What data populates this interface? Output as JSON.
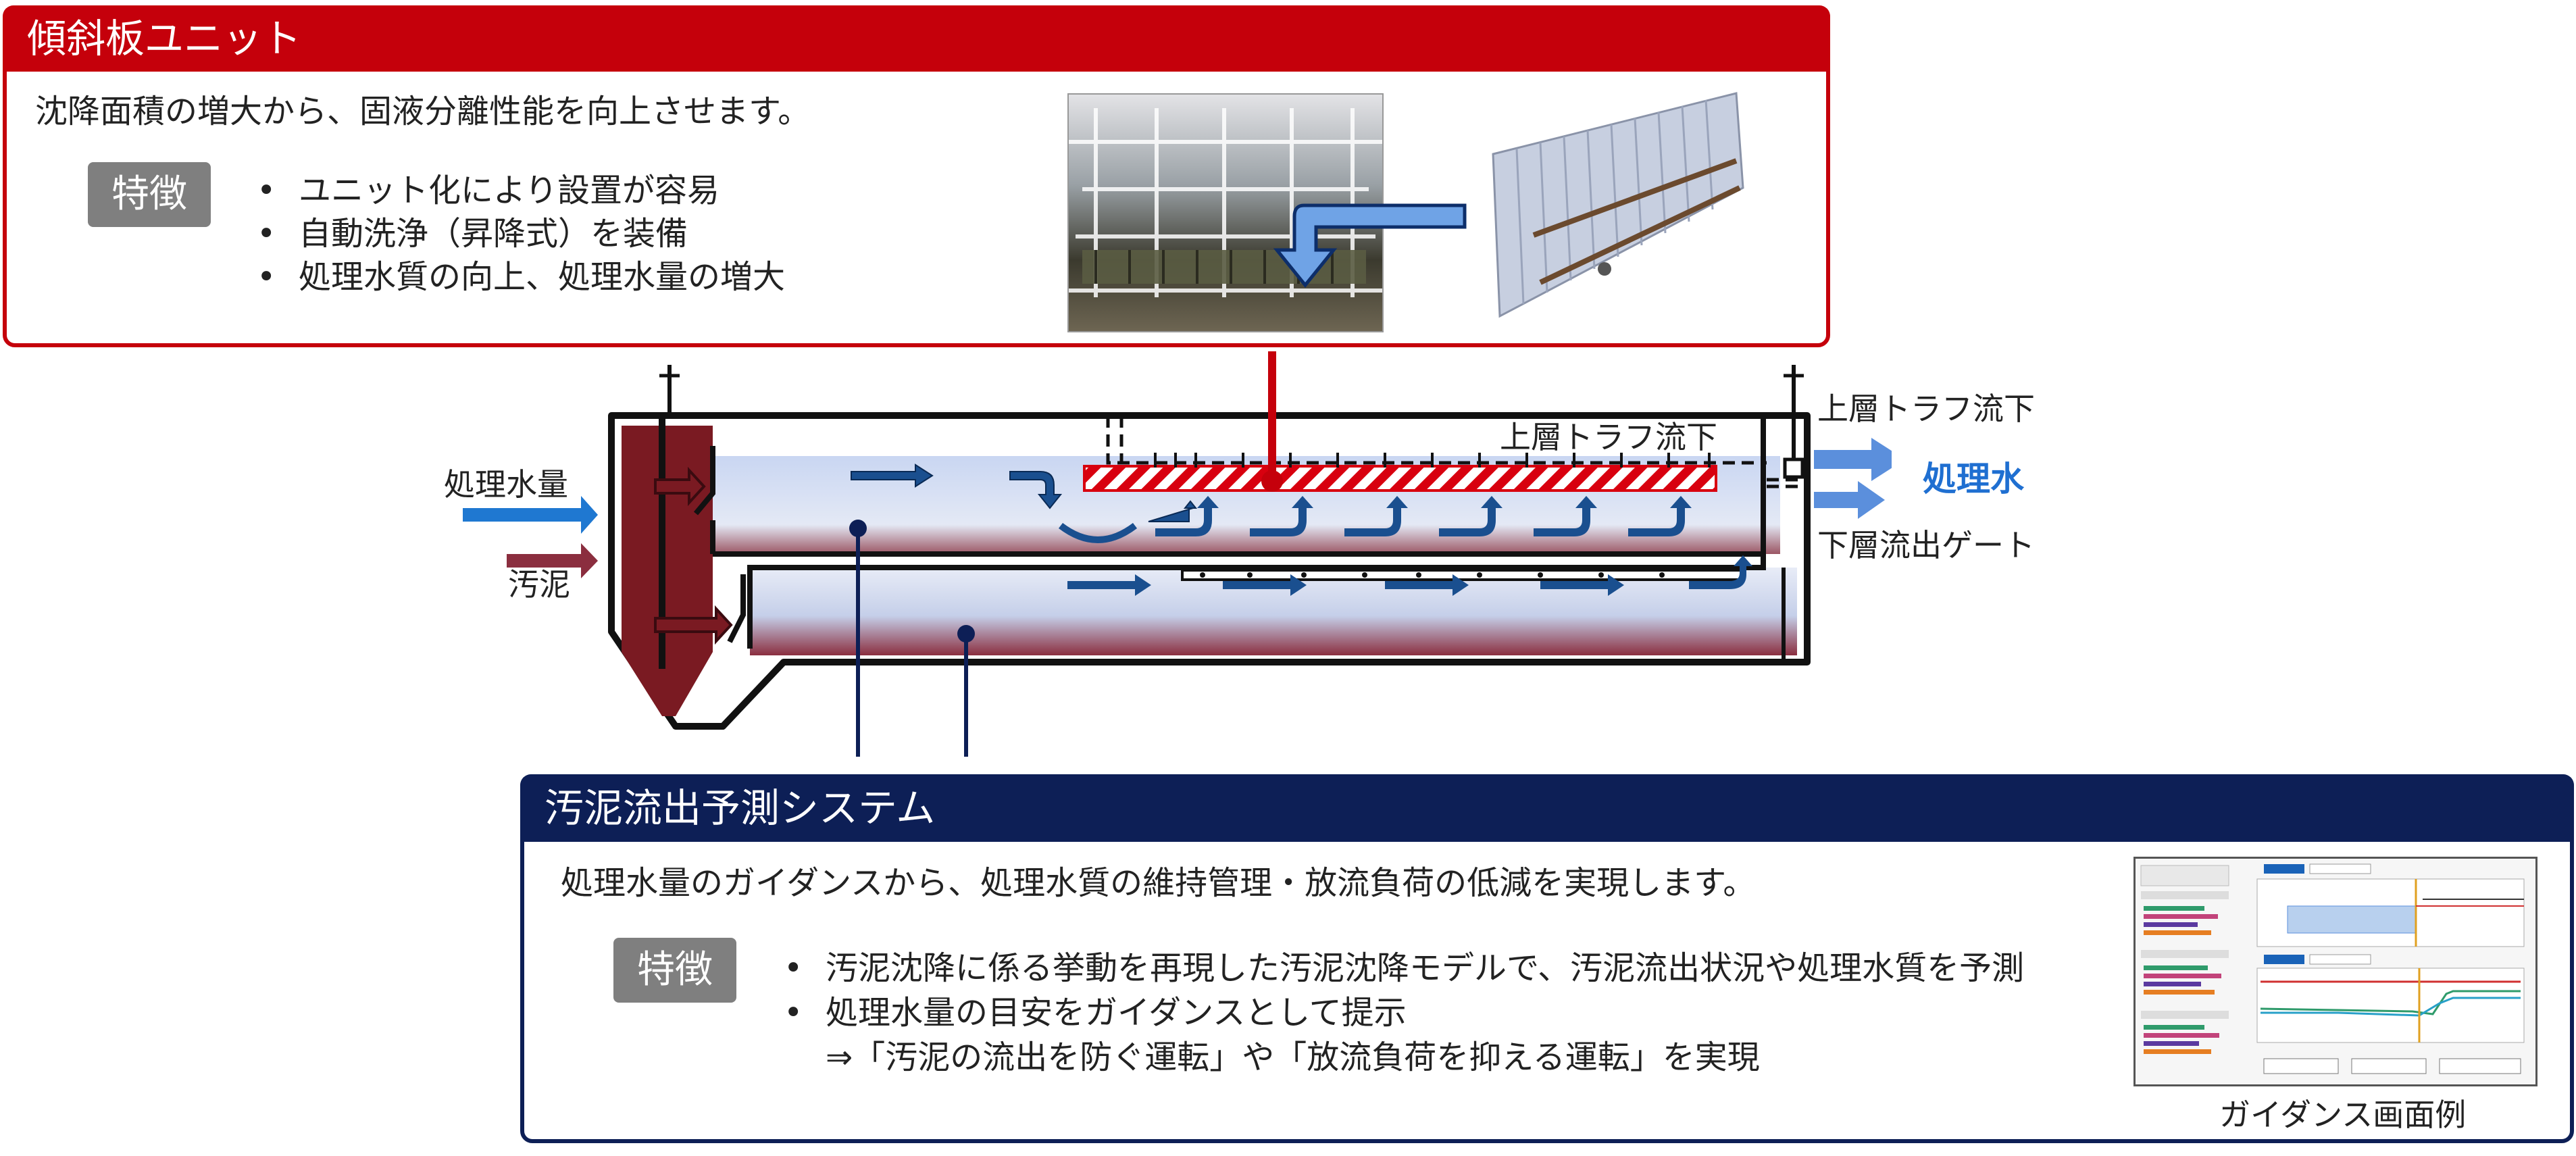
{
  "inclined_plate": {
    "title": "傾斜板ユニット",
    "description": "沈降面積の増大から、固液分離性能を向上させます。",
    "badge": "特徴",
    "features": [
      "ユニット化により設置が容易",
      "自動洗浄（昇降式）を装備",
      "処理水質の向上、処理水量の増大"
    ]
  },
  "sludge_prediction": {
    "title": "汚泥流出予測システム",
    "description": "処理水量のガイダンスから、処理水質の維持管理・放流負荷の低減を実現します。",
    "badge": "特徴",
    "features": [
      "汚泥沈降に係る挙動を再現した汚泥沈降モデルで、汚泥流出状況や処理水質を予測",
      "処理水量の目安をガイダンスとして提示"
    ],
    "feature_sub": "⇒「汚泥の流出を防ぐ運転」や「放流負荷を抑える運転」を実現",
    "screenshot_caption": "ガイダンス画面例"
  },
  "diagram": {
    "inflow_label": "処理水量",
    "sludge_label": "汚泥",
    "upper_trough_inner_label": "上層トラフ流下",
    "upper_trough_outer_label": "上層トラフ流下",
    "treated_water_label": "処理水",
    "lower_gate_label": "下層流出ゲート"
  },
  "colors": {
    "red": "#c5000b",
    "navy": "#0d1f56",
    "blue_arrow": "#1f78d1",
    "flow_arrow": "#1a4f8f",
    "sludge": "#7a1a22",
    "badge_gray": "#7f7f7f"
  }
}
